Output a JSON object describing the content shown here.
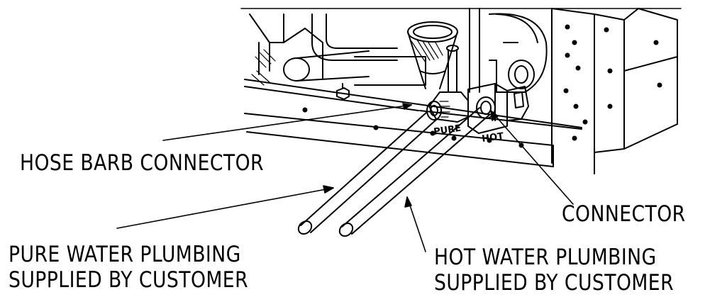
{
  "labels": {
    "hose_barb": "HOSE BARB CONNECTOR",
    "connector": "CONNECTOR",
    "pure_water": [
      "PURE WATER PLUMBING",
      "SUPPLIED BY CUSTOMER"
    ],
    "hot_water": [
      "HOT WATER PLUMBING",
      "SUPPLIED BY CUSTOMER"
    ]
  },
  "fitting_tags": {
    "pure": "PURE",
    "hot": "HOT"
  }
}
